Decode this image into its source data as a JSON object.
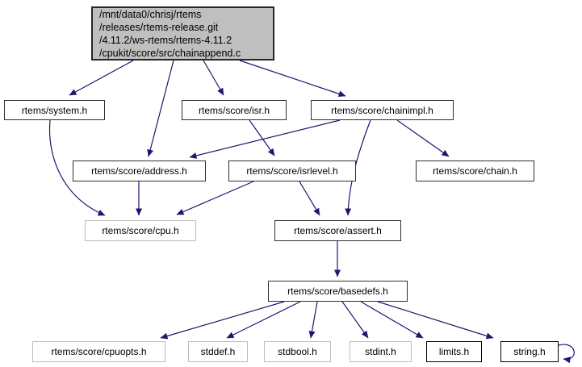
{
  "diagram": {
    "type": "include-dependency-graph",
    "edge_color": "#191970",
    "root_fill": "#bfbfbf",
    "nodes": {
      "root": {
        "label": "/mnt/data0/chrisj/rtems\n/releases/rtems-release.git\n/4.11.2/ws-rtems/rtems-4.11.2\n/cpukit/score/src/chainappend.c"
      },
      "system": {
        "label": "rtems/system.h"
      },
      "isr": {
        "label": "rtems/score/isr.h"
      },
      "chainimpl": {
        "label": "rtems/score/chainimpl.h"
      },
      "address": {
        "label": "rtems/score/address.h"
      },
      "isrlevel": {
        "label": "rtems/score/isrlevel.h"
      },
      "chain": {
        "label": "rtems/score/chain.h"
      },
      "cpu": {
        "label": "rtems/score/cpu.h"
      },
      "assert": {
        "label": "rtems/score/assert.h"
      },
      "basedefs": {
        "label": "rtems/score/basedefs.h"
      },
      "cpuopts": {
        "label": "rtems/score/cpuopts.h"
      },
      "stddef": {
        "label": "stddef.h"
      },
      "stdbool": {
        "label": "stdbool.h"
      },
      "stdint": {
        "label": "stdint.h"
      },
      "limits": {
        "label": "limits.h"
      },
      "string": {
        "label": "string.h"
      }
    },
    "edges": [
      {
        "from": "root",
        "to": "system"
      },
      {
        "from": "root",
        "to": "address"
      },
      {
        "from": "root",
        "to": "isr"
      },
      {
        "from": "root",
        "to": "chainimpl"
      },
      {
        "from": "system",
        "to": "cpu"
      },
      {
        "from": "isr",
        "to": "isrlevel"
      },
      {
        "from": "chainimpl",
        "to": "address"
      },
      {
        "from": "chainimpl",
        "to": "chain"
      },
      {
        "from": "chainimpl",
        "to": "assert"
      },
      {
        "from": "address",
        "to": "cpu"
      },
      {
        "from": "isrlevel",
        "to": "cpu"
      },
      {
        "from": "isrlevel",
        "to": "assert"
      },
      {
        "from": "assert",
        "to": "basedefs"
      },
      {
        "from": "basedefs",
        "to": "cpuopts"
      },
      {
        "from": "basedefs",
        "to": "stddef"
      },
      {
        "from": "basedefs",
        "to": "stdbool"
      },
      {
        "from": "basedefs",
        "to": "stdint"
      },
      {
        "from": "basedefs",
        "to": "limits"
      },
      {
        "from": "basedefs",
        "to": "string"
      },
      {
        "from": "string",
        "to": "string"
      }
    ]
  }
}
